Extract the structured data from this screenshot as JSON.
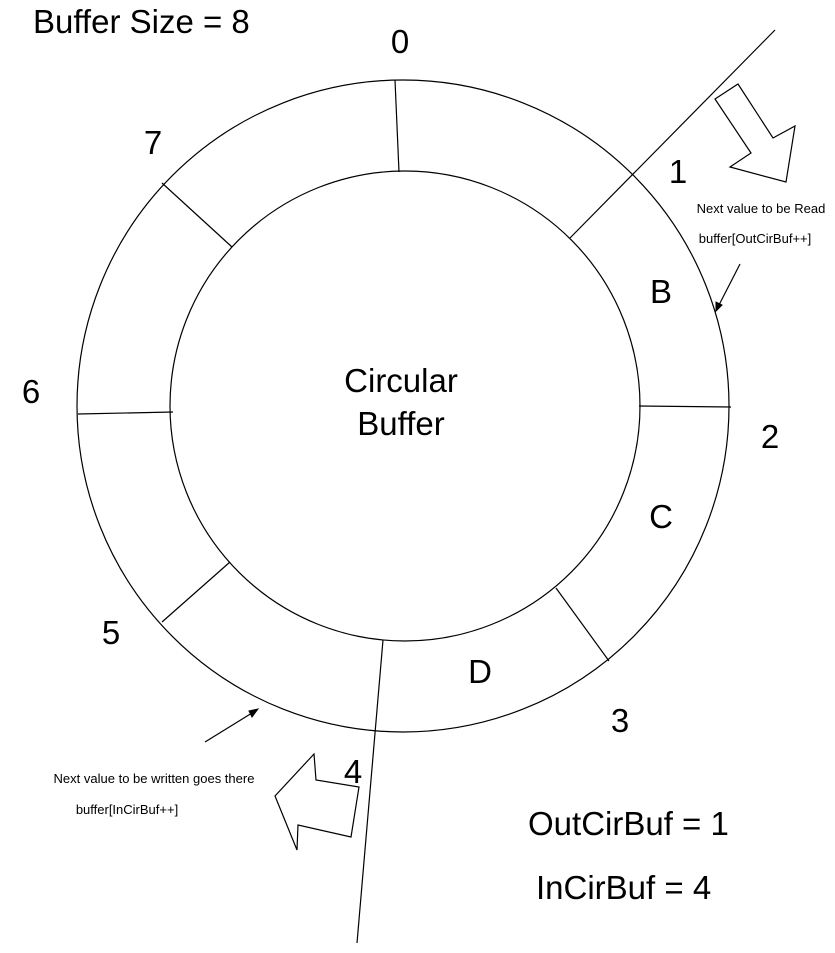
{
  "header": {
    "buffer_size": "Buffer Size = 8"
  },
  "ring": {
    "center_line1": "Circular",
    "center_line2": "Buffer",
    "slot_labels": [
      "0",
      "1",
      "2",
      "3",
      "4",
      "5",
      "6",
      "7"
    ],
    "slot_values": {
      "b": "B",
      "c": "C",
      "d": "D"
    }
  },
  "read_note": {
    "line1": "Next value to be Read",
    "line2": "buffer[OutCirBuf++]"
  },
  "write_note": {
    "line1": "Next value to be written goes there",
    "line2": "buffer[InCirBuf++]"
  },
  "status": {
    "out": "OutCirBuf = 1",
    "in": "InCirBuf = 4"
  }
}
